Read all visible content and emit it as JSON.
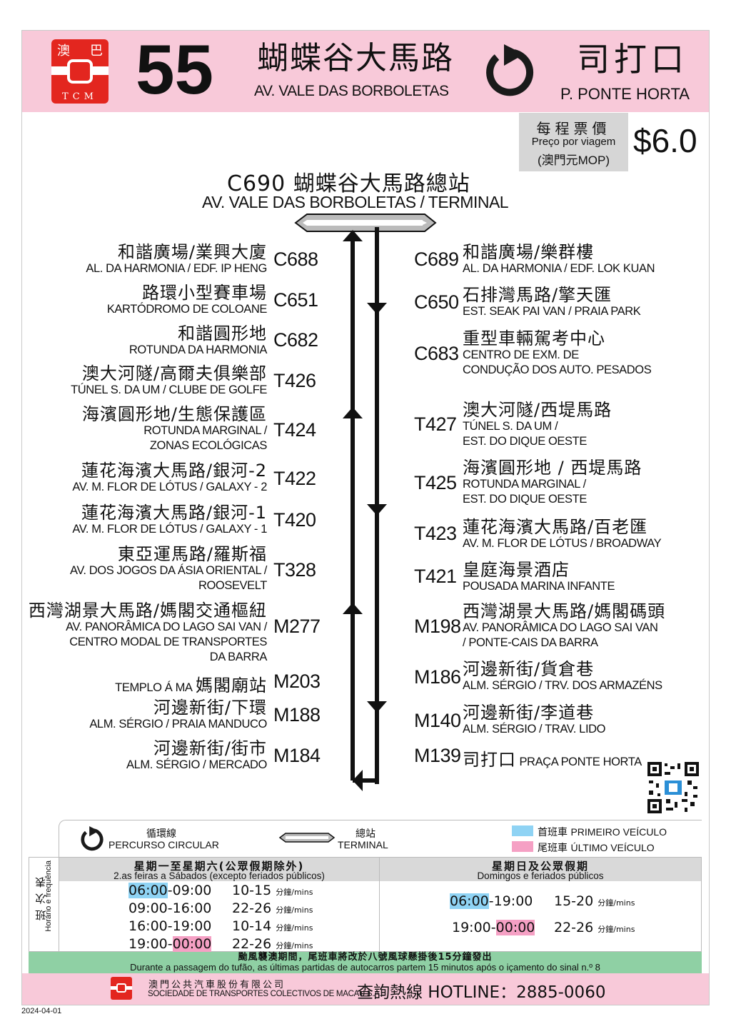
{
  "header": {
    "logo_top_left": "澳",
    "logo_top_right": "巴",
    "logo_bottom": "TCM",
    "route_number": "55",
    "origin_zh": "蝴蝶谷大馬路",
    "origin_pt": "AV. VALE DAS BORBOLETAS",
    "icon": "circular-route-icon",
    "turn_zh": "司打口",
    "turn_pt": "P. PONTE HORTA"
  },
  "fare": {
    "label_zh": "每程票價",
    "label_pt": "Preço por viagem",
    "unit": "(澳門元MOP)",
    "price": "$6.0"
  },
  "terminal": {
    "code_zh": "C690  蝴蝶谷大馬路總站",
    "name_pt": "AV. VALE DAS BORBOLETAS / TERMINAL"
  },
  "left_stops": [
    {
      "code": "C688",
      "zh": "和諧廣場/業興大廈",
      "pt": "AL. DA HARMONIA / EDF. IP HENG"
    },
    {
      "code": "C651",
      "zh": "路環小型賽車場",
      "pt": "KARTÓDROMO DE COLOANE"
    },
    {
      "code": "C682",
      "zh": "和諧圓形地",
      "pt": "ROTUNDA DA HARMONIA"
    },
    {
      "code": "T426",
      "zh": "澳大河隧/高爾夫俱樂部",
      "pt": "TÚNEL S. DA UM / CLUBE DE GOLFE"
    },
    {
      "code": "T424",
      "zh": "海濱圓形地/生態保護區",
      "pt1": "ROTUNDA MARGINAL /",
      "pt2": "ZONAS ECOLÓGICAS"
    },
    {
      "code": "T422",
      "zh": "蓮花海濱大馬路/銀河-2",
      "pt": "AV. M. FLOR DE LÓTUS /  GALAXY - 2"
    },
    {
      "code": "T420",
      "zh": "蓮花海濱大馬路/銀河-1",
      "pt": "AV. M. FLOR DE LÓTUS / GALAXY - 1"
    },
    {
      "code": "T328",
      "zh": "東亞運馬路/羅斯福",
      "pt1": "AV. DOS JOGOS DA ÁSIA ORIENTAL /",
      "pt2": "ROOSEVELT"
    },
    {
      "code": "M277",
      "zh": "西灣湖景大馬路/媽閣交通樞紐",
      "pt1": "AV. PANORÂMICA DO LAGO SAI VAN /",
      "pt2": "CENTRO MODAL DE TRANSPORTES",
      "pt3": "DA BARRA"
    },
    {
      "code": "M203",
      "zh": "媽閣廟站",
      "pt": "TEMPLO Á MA"
    },
    {
      "code": "M188",
      "zh": "河邊新街/下環",
      "pt": "ALM. SÉRGIO / PRAIA MANDUCO"
    },
    {
      "code": "M184",
      "zh": "河邊新街/街市",
      "pt": "ALM. SÉRGIO / MERCADO"
    }
  ],
  "right_stops": [
    {
      "code": "C689",
      "zh": "和諧廣場/樂群樓",
      "pt": "AL. DA HARMONIA / EDF. LOK KUAN"
    },
    {
      "code": "C650",
      "zh": "石排灣馬路/擎天匯",
      "pt": "EST. SEAK PAI VAN  / PRAIA PARK"
    },
    {
      "code": "C683",
      "zh": "重型車輛駕考中心",
      "pt1": "CENTRO DE EXM. DE",
      "pt2": "CONDUÇÃO DOS AUTO. PESADOS"
    },
    {
      "code": "T427",
      "zh": "澳大河隧/西堤馬路",
      "pt1": "TÚNEL S. DA UM /",
      "pt2": "EST. DO DIQUE OESTE"
    },
    {
      "code": "T425",
      "zh": "海濱圓形地 / 西堤馬路",
      "pt1": "ROTUNDA MARGINAL /",
      "pt2": "EST. DO DIQUE OESTE"
    },
    {
      "code": "T423",
      "zh": "蓮花海濱大馬路/百老匯",
      "pt": "AV. M. FLOR DE LÓTUS / BROADWAY"
    },
    {
      "code": "T421",
      "zh": "皇庭海景酒店",
      "pt": "POUSADA MARINA INFANTE"
    },
    {
      "code": "M198",
      "zh": "西灣湖景大馬路/媽閣碼頭",
      "pt1": "AV. PANORÂMICA DO LAGO SAI VAN",
      "pt2": "/ PONTE-CAIS DA BARRA"
    },
    {
      "code": "M186",
      "zh": "河邊新街/貨倉巷",
      "pt": "ALM. SÉRGIO / TRV. DOS ARMAZÉNS"
    },
    {
      "code": "M140",
      "zh": "河邊新街/李道巷",
      "pt": "ALM. SÉRGIO / TRAV. LIDO"
    },
    {
      "code": "M139",
      "zh": "司打口",
      "pt": "PRAÇA PONTE HORTA"
    }
  ],
  "legend": {
    "circular_zh": "循環線",
    "circular_pt": "PERCURSO CIRCULAR",
    "terminal_zh": "總站",
    "terminal_pt": "TERMINAL",
    "first_zh": "首班車",
    "first_pt": "PRIMEIRO VEÍCULO",
    "first_color": "#8fd3f4",
    "last_zh": "尾班車",
    "last_pt": "ÚLTIMO VEÍCULO",
    "last_color": "#f5a0c4"
  },
  "timetable": {
    "side_zh": "班次表",
    "side_pt": "Horário e frequência",
    "weekday_zh": "星期一至星期六(公眾假期除外)",
    "weekday_pt": "2.as feiras a Sábados (excepto feriados públicos)",
    "holiday_zh": "星期日及公眾假期",
    "holiday_pt": "Domingos e feriados públicos",
    "unit": "分鐘/mins",
    "weekday_rows": [
      {
        "start": "06:00",
        "end": "-09:00",
        "freq": "10-15"
      },
      {
        "start": "09:00",
        "end": "-16:00",
        "freq": "22-26"
      },
      {
        "start": "16:00",
        "end": "-19:00",
        "freq": "10-14"
      },
      {
        "start": "19:00-",
        "end": "00:00",
        "freq": "22-26"
      }
    ],
    "holiday_rows": [
      {
        "start": "06:00",
        "end": "-19:00",
        "freq": "15-20"
      },
      {
        "start": "19:00-",
        "end": "00:00",
        "freq": "22-26"
      }
    ]
  },
  "notice": {
    "zh": "颱風襲澳期間，尾班車將改於八號風球懸掛後15分鐘發出",
    "pt": "Durante a passagem do tufão, as últimas partidas de autocarros partem 15 minutos após o içamento do sinal n.º 8"
  },
  "footer": {
    "company_zh": "澳門公共汽車股份有限公司",
    "company_pt": "SOCIEDADE DE TRANSPORTES COLECTIVOS DE MACAU S.A.",
    "hotline": "查詢熱線 HOTLINE：2885-0060",
    "date": "2024-04-01"
  }
}
